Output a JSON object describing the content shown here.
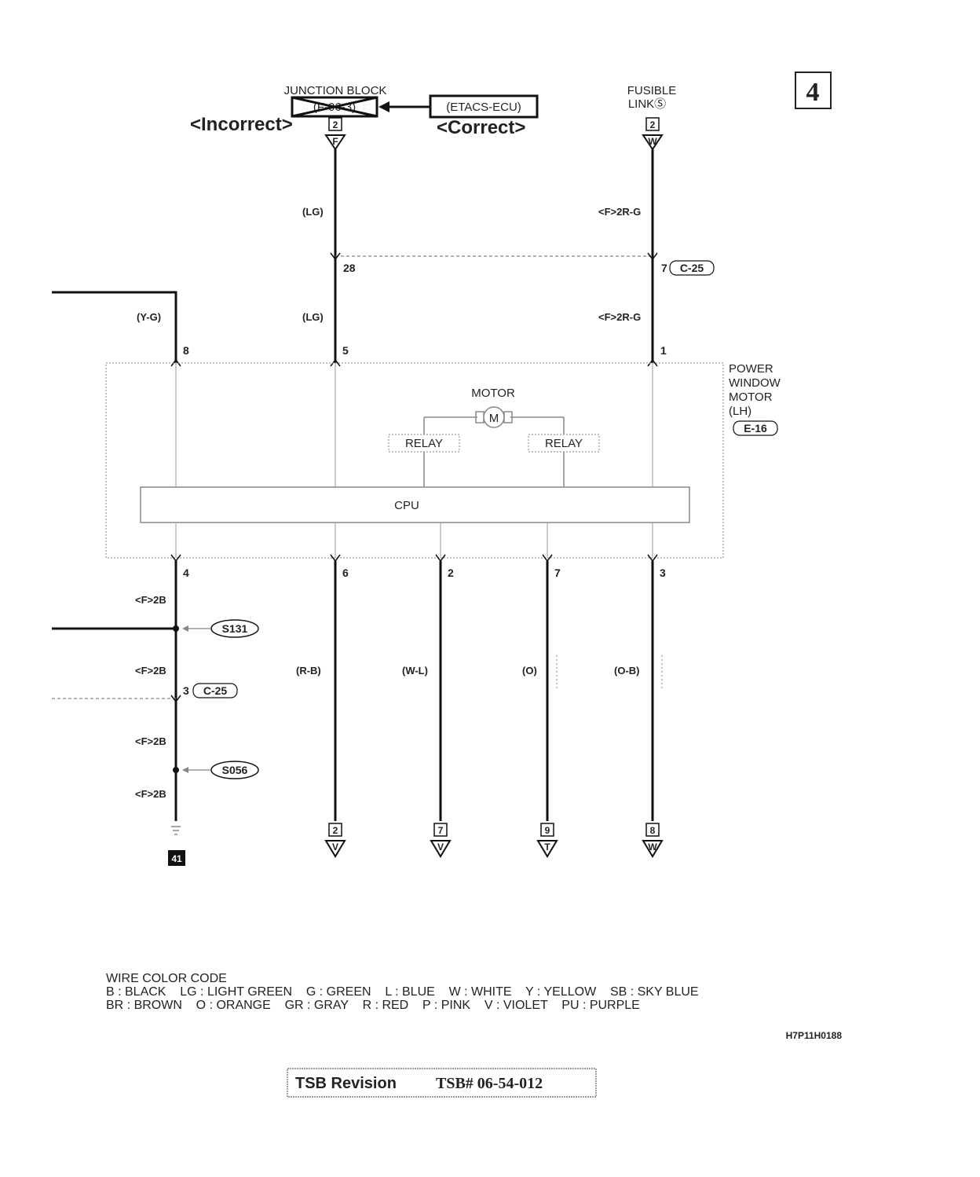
{
  "page_number": "4",
  "top": {
    "junction_block_label": "JUNCTION BLOCK",
    "junction_connector": "(F-06-3)",
    "etacs_label": "(ETACS-ECU)",
    "incorrect_label": "<Incorrect>",
    "correct_label": "<Correct>",
    "fusible_link_label_1": "FUSIBLE",
    "fusible_link_label_2": "LINKⓈ",
    "jb_pin": "2",
    "jb_arrow": "F",
    "fl_pin": "2",
    "fl_arrow": "W"
  },
  "wires_upper": {
    "lg_1": "(LG)",
    "r_g_1": "<F>2R-G",
    "pin_28": "28",
    "pin_7": "7",
    "conn_c25_a": "C-25",
    "y_g": "(Y-G)",
    "lg_2": "(LG)",
    "r_g_2": "<F>2R-G"
  },
  "motor_unit": {
    "pins_top": [
      "8",
      "5",
      "1"
    ],
    "title_lines": [
      "POWER",
      "WINDOW",
      "MOTOR",
      "(LH)"
    ],
    "connector": "E-16",
    "motor_label": "MOTOR",
    "motor_symbol": "M",
    "relay_1": "RELAY",
    "relay_2": "RELAY",
    "cpu": "CPU",
    "pins_bottom": [
      "4",
      "6",
      "2",
      "7",
      "3"
    ]
  },
  "wires_lower": {
    "b_1": "<F>2B",
    "splice_s131": "S131",
    "b_2": "<F>2B",
    "pin_3": "3",
    "conn_c25_b": "C-25",
    "b_3": "<F>2B",
    "splice_s056": "S056",
    "b_4": "<F>2B",
    "r_b": "(R-B)",
    "w_l": "(W-L)",
    "o": "(O)",
    "o_b": "(O-B)",
    "ground_ref": "41"
  },
  "bottom_refs": [
    {
      "box": "2",
      "letter": "V"
    },
    {
      "box": "7",
      "letter": "V"
    },
    {
      "box": "9",
      "letter": "T"
    },
    {
      "box": "8",
      "letter": "W"
    }
  ],
  "legend": {
    "title": "WIRE COLOR CODE",
    "line1": "B : BLACK    LG : LIGHT GREEN    G : GREEN    L : BLUE    W : WHITE    Y : YELLOW    SB : SKY BLUE",
    "line2": "BR : BROWN    O : ORANGE    GR : GRAY    R : RED    P : PINK    V : VIOLET    PU : PURPLE"
  },
  "figure_code": "H7P11H0188",
  "tsb": {
    "label": "TSB Revision",
    "number": "TSB# 06-54-012"
  }
}
